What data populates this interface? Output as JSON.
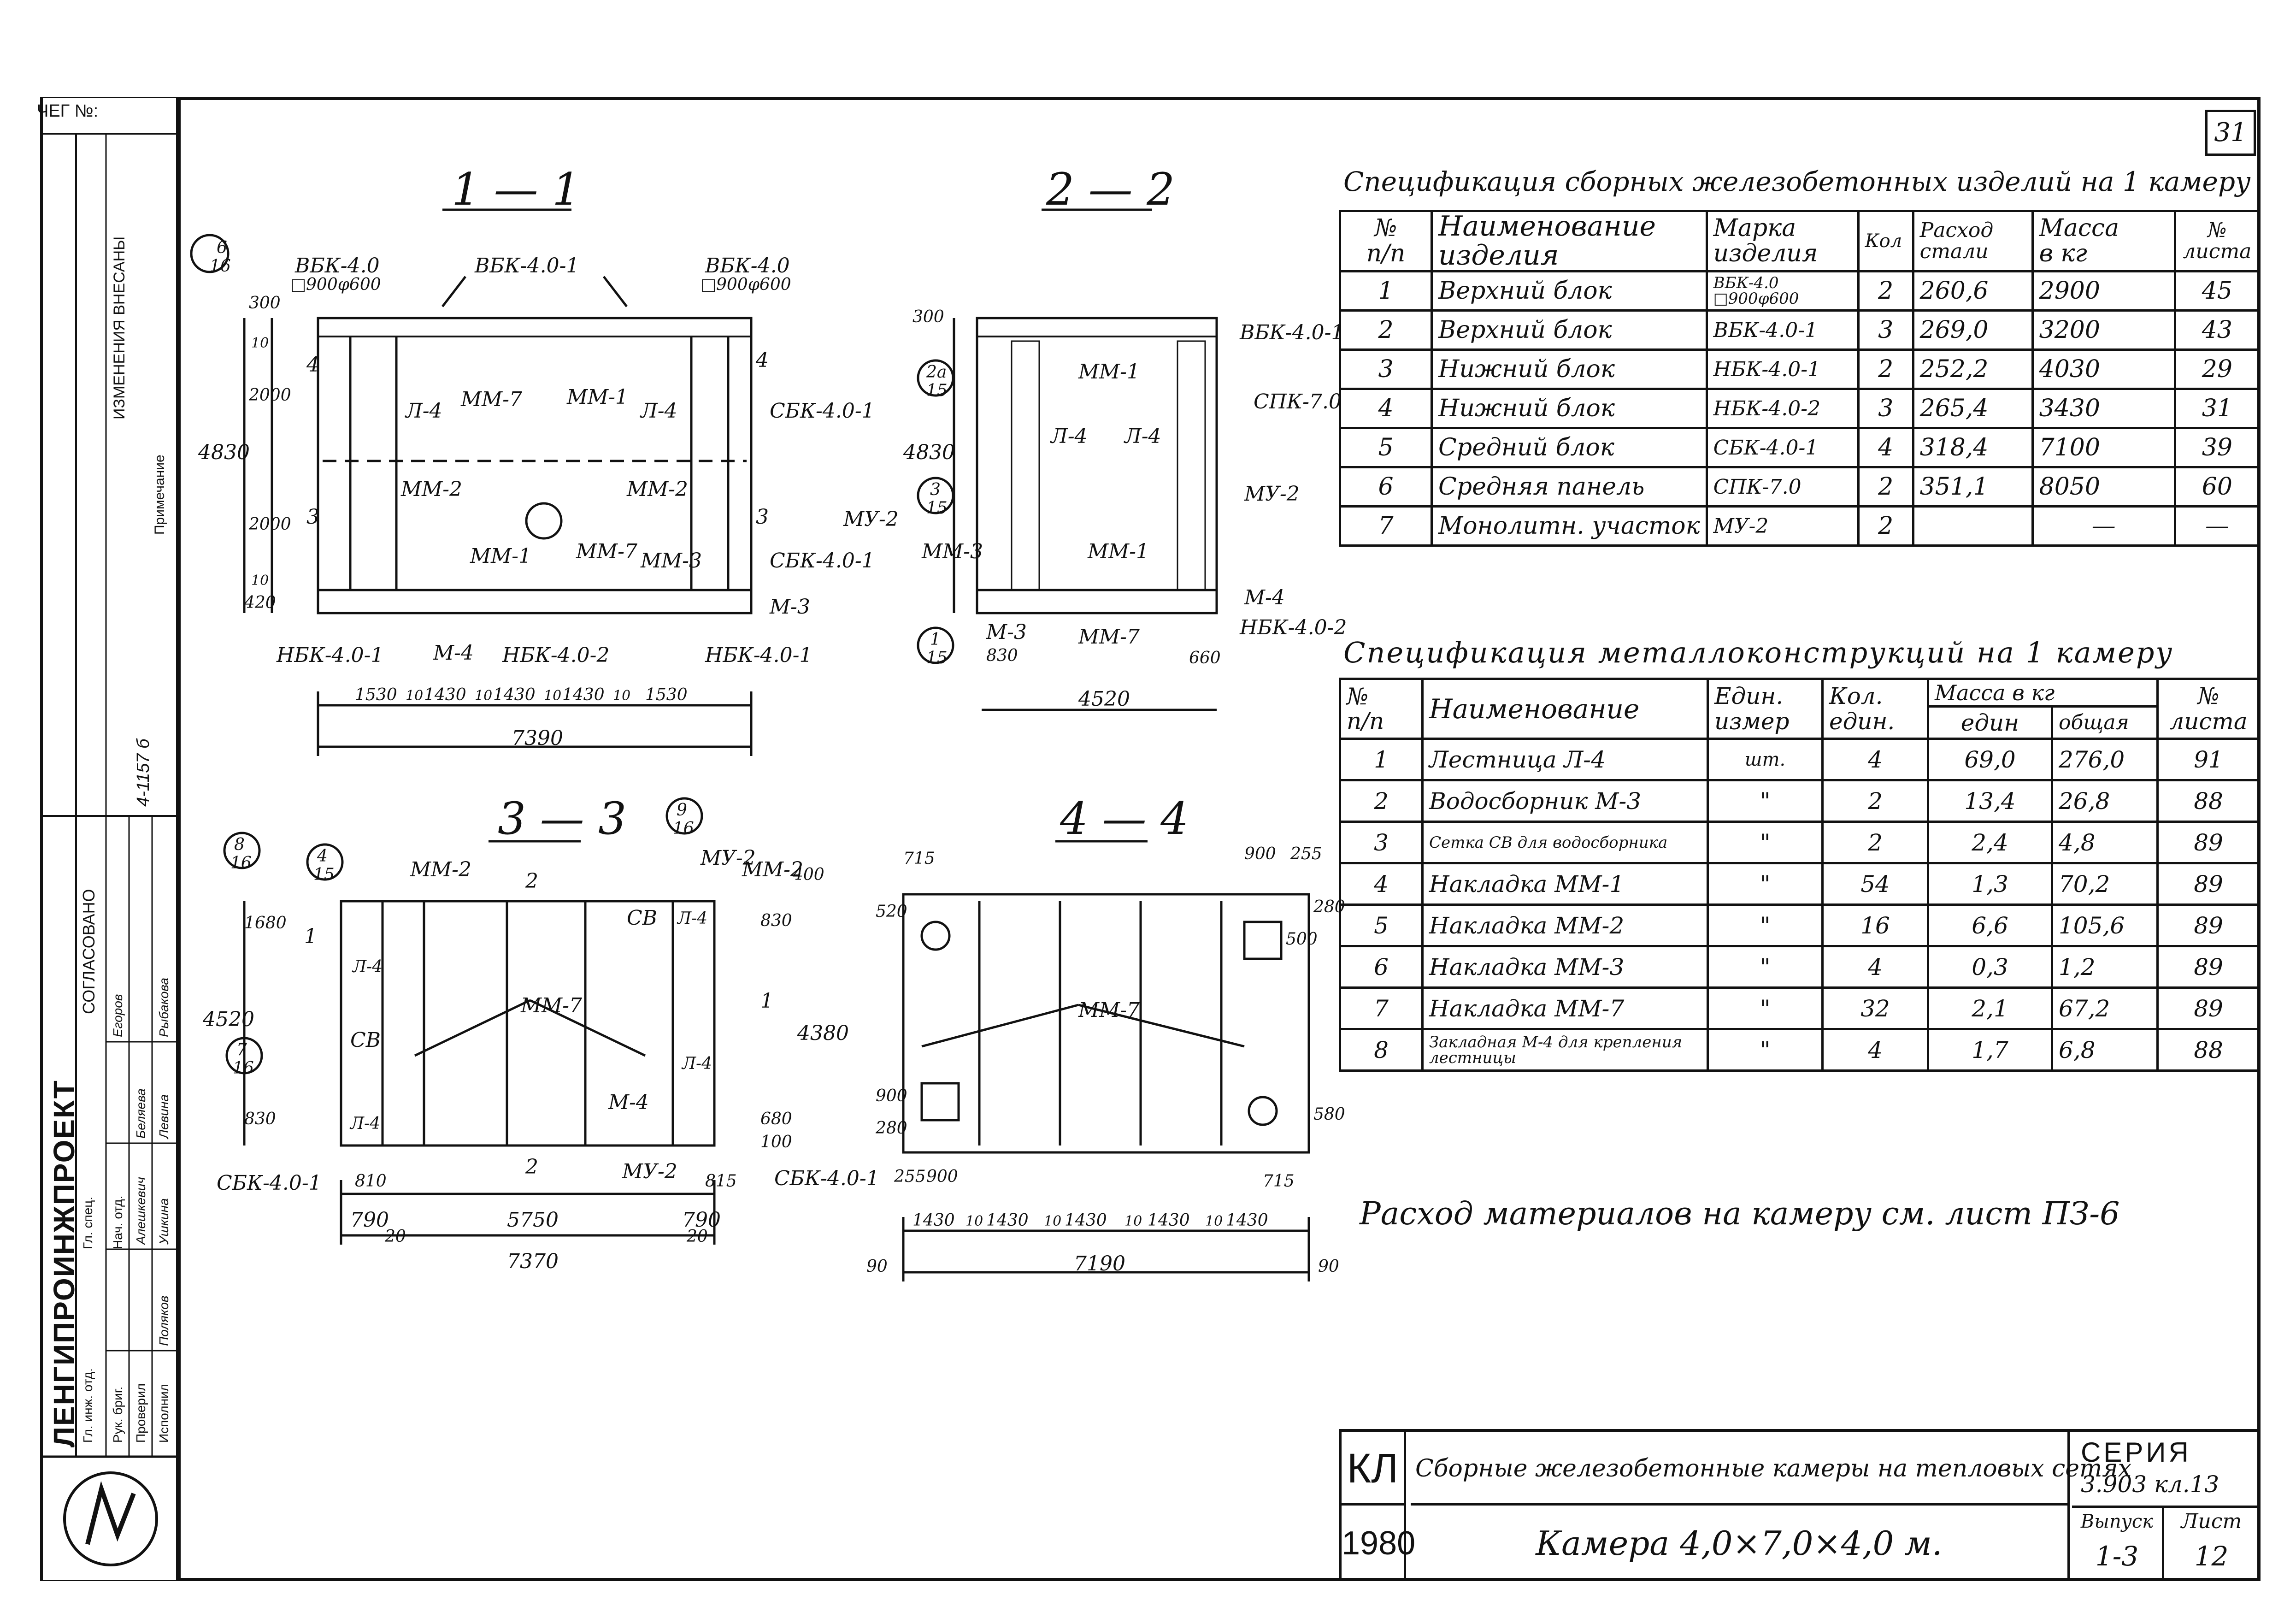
{
  "sheet": {
    "corner_label": "ЧЕГ №:",
    "sheet_number": "31"
  },
  "sections": {
    "s11": "1 — 1",
    "s22": "2 — 2",
    "s33": "3 — 3",
    "s44": "4 — 4"
  },
  "drawing11": {
    "top_labels": [
      "ВБК-4.0",
      "□900φ600",
      "ВБК-4.0-1",
      "ВБК-4.0",
      "□900φ600"
    ],
    "labels": [
      "Л-4",
      "ММ-7",
      "ММ-1",
      "Л-4",
      "СБК-4.0-1",
      "ММ-2",
      "ММ-2",
      "ММ-1",
      "ММ-7",
      "ММ-3",
      "СБК-4.0-1",
      "М-3",
      "НБК-4.0-1",
      "М-4",
      "НБК-4.0-2",
      "НБК-4.0-1",
      "4",
      "4",
      "3",
      "3"
    ],
    "callout": {
      "top": "6",
      "bottom": "16"
    },
    "dim_vertical": [
      "4830",
      "2000",
      "2000",
      "300",
      "420",
      "10",
      "10"
    ],
    "dim_horizontal": [
      "1530",
      "10",
      "1430",
      "10",
      "1430",
      "10",
      "1430",
      "10",
      "1530"
    ],
    "dim_total": "7390"
  },
  "drawing22": {
    "labels": [
      "ВБК-4.0-1",
      "СПК-7.0",
      "МУ-2",
      "ММ-1",
      "Л-4",
      "Л-4",
      "МУ-2",
      "ММ-3",
      "ММ-1",
      "М-4",
      "НБК-4.0-2",
      "М-3",
      "ММ-7",
      "660",
      "830"
    ],
    "callouts": [
      {
        "top": "2а",
        "bottom": "15"
      },
      {
        "top": "3",
        "bottom": "15"
      },
      {
        "top": "1",
        "bottom": "15"
      }
    ],
    "dim_vertical": [
      "4830",
      "300"
    ],
    "dim_total": "4520"
  },
  "drawing33": {
    "labels": [
      "ММ-2",
      "МУ-2",
      "ММ-2",
      "СВ",
      "Л-4",
      "Л-4",
      "СВ",
      "ММ-7",
      "Л-4",
      "М-4",
      "Л-4",
      "СБК-4.0-1",
      "МУ-2",
      "СБК-4.0-1",
      "2",
      "2",
      "1",
      "1"
    ],
    "callouts": [
      {
        "top": "8",
        "bottom": "16"
      },
      {
        "top": "4",
        "bottom": "15"
      },
      {
        "top": "9",
        "bottom": "16"
      },
      {
        "top": "7",
        "bottom": "16"
      }
    ],
    "dim_vertical": [
      "4520",
      "1680",
      "830",
      "4380",
      "830",
      "680",
      "100",
      "400"
    ],
    "dim_horizontal": [
      "790",
      "5750",
      "790",
      "20",
      "20",
      "810",
      "815"
    ],
    "dim_total": "7370"
  },
  "drawing44": {
    "labels": [
      "ММ-7",
      "715",
      "900",
      "255",
      "500",
      "280",
      "520",
      "900",
      "280",
      "580",
      "255",
      "900",
      "715",
      "90",
      "90"
    ],
    "dim_horizontal": [
      "1430",
      "10",
      "1430",
      "10",
      "1430",
      "10",
      "1430",
      "10",
      "1430"
    ],
    "dim_total": "7190"
  },
  "spec1": {
    "title": "Спецификация сборных железобетонных изделий на 1 камеру",
    "headers": [
      [
        "№",
        "п/п"
      ],
      [
        "Наименование",
        "изделия"
      ],
      [
        "Марка",
        "изделия"
      ],
      [
        "Кол",
        ""
      ],
      [
        "Расход",
        "стали"
      ],
      [
        "Масса",
        "в кг"
      ],
      [
        "№",
        "листа"
      ]
    ],
    "rows": [
      [
        "1",
        "Верхний блок",
        "ВБК-4.0 □900φ600",
        "2",
        "260,6",
        "2900",
        "45"
      ],
      [
        "2",
        "Верхний блок",
        "ВБК-4.0-1",
        "3",
        "269,0",
        "3200",
        "43"
      ],
      [
        "3",
        "Нижний блок",
        "НБК-4.0-1",
        "2",
        "252,2",
        "4030",
        "29"
      ],
      [
        "4",
        "Нижний блок",
        "НБК-4.0-2",
        "3",
        "265,4",
        "3430",
        "31"
      ],
      [
        "5",
        "Средний блок",
        "СБК-4.0-1",
        "4",
        "318,4",
        "7100",
        "39"
      ],
      [
        "6",
        "Средняя панель",
        "СПК-7.0",
        "2",
        "351,1",
        "8050",
        "60"
      ],
      [
        "7",
        "Монолитн. участок",
        "МУ-2",
        "2",
        "",
        "—",
        "—"
      ]
    ]
  },
  "spec2": {
    "title": "Спецификация металлоконструкций на 1 камеру",
    "headers": {
      "num": [
        "№",
        "п/п"
      ],
      "name": "Наименование",
      "unit": [
        "Един.",
        "измер"
      ],
      "qty": [
        "Кол.",
        "един."
      ],
      "mass": "Масса в кг",
      "mass_unit": "един",
      "mass_total": "общая",
      "sheet": [
        "№",
        "листа"
      ]
    },
    "rows": [
      [
        "1",
        "Лестница Л-4",
        "шт.",
        "4",
        "69,0",
        "276,0",
        "91"
      ],
      [
        "2",
        "Водосборник М-3",
        "\"",
        "2",
        "13,4",
        "26,8",
        "88"
      ],
      [
        "3",
        "Сетка СВ для водосборника",
        "\"",
        "2",
        "2,4",
        "4,8",
        "89"
      ],
      [
        "4",
        "Накладка ММ-1",
        "\"",
        "54",
        "1,3",
        "70,2",
        "89"
      ],
      [
        "5",
        "Накладка ММ-2",
        "\"",
        "16",
        "6,6",
        "105,6",
        "89"
      ],
      [
        "6",
        "Накладка ММ-3",
        "\"",
        "4",
        "0,3",
        "1,2",
        "89"
      ],
      [
        "7",
        "Накладка ММ-7",
        "\"",
        "32",
        "2,1",
        "67,2",
        "89"
      ],
      [
        "8",
        "Закладная М-4 для крепления лестницы",
        "\"",
        "4",
        "1,7",
        "6,8",
        "88"
      ]
    ]
  },
  "note": "Расход материалов на камеру см. лист ПЗ-6",
  "stamp": {
    "code": "КЛ",
    "year": "1980",
    "title": "Сборные железобетонные камеры на тепловых сетях",
    "subtitle": "Камера 4,0×7,0×4,0 м.",
    "series_label": "СЕРИЯ",
    "series_value": "3.903 кл.13",
    "issue_label": "Выпуск",
    "issue_value": "1-3",
    "sheet_label": "Лист",
    "sheet_value": "12"
  },
  "sidebar": {
    "org": "ЛЕНГИПРОИНЖПРОЕКТ",
    "agreed": "СОГЛАСОВАНО",
    "changes": "ИЗМЕНЕНИЯ ВНЕСАНЫ",
    "note_ref": "Примечание",
    "roles": [
      "Гл. инж. отд.",
      "Рук. бриг.",
      "Проверил",
      "Исполнил",
      "Гл. спец.",
      "Нач. отд."
    ],
    "names": [
      "Егоров",
      "Беляева",
      "Алешкевич",
      "Левина",
      "Ушкина",
      "Рыбакова",
      "Поляков"
    ],
    "stamp_ref": "4-1157 б"
  }
}
